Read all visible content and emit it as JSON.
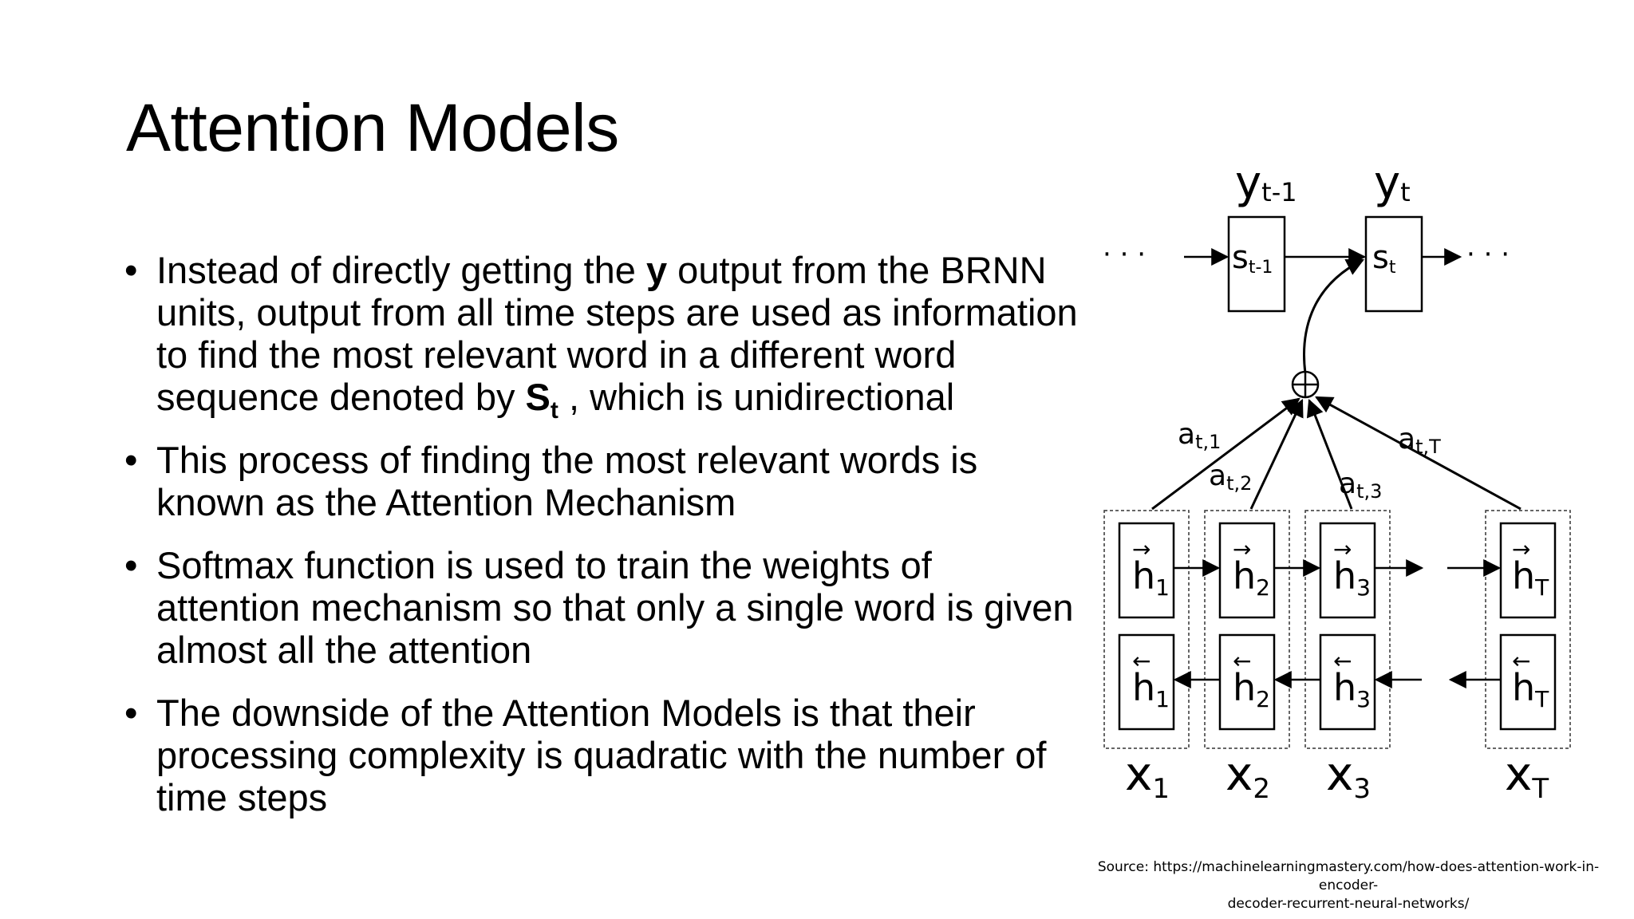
{
  "slide": {
    "title": "Attention Models",
    "bullets": [
      {
        "pre": "Instead of directly getting the ",
        "bold1": "y",
        "mid": " output from the BRNN units, output from all time steps are used as information to find the most relevant word in a different word sequence denoted by ",
        "bold2": "S",
        "bold2_sub": "t",
        "post": " , which is unidirectional"
      },
      {
        "text": "This process of finding the most relevant words is known as the Attention Mechanism"
      },
      {
        "text": "Softmax function is used to train the weights of attention mechanism so that only a single word is given almost all the attention"
      },
      {
        "text": "The downside of the Attention Models is that their processing complexity is quadratic with the number of time steps"
      }
    ],
    "bullet_symbol": "•",
    "source_line1": "Source: https://machinelearningmastery.com/how-does-attention-work-in-encoder-",
    "source_line2": "decoder-recurrent-neural-networks/"
  },
  "diagram": {
    "outputs": [
      {
        "base": "y",
        "sub": "t-1"
      },
      {
        "base": "y",
        "sub": "t"
      }
    ],
    "states": [
      {
        "base": "s",
        "sub": "t-1"
      },
      {
        "base": "s",
        "sub": "t"
      }
    ],
    "ellipsis": "· · ·",
    "sum_symbol": "⊕",
    "weights": [
      {
        "base": "a",
        "sub": "t,1"
      },
      {
        "base": "a",
        "sub": "t,2"
      },
      {
        "base": "a",
        "sub": "t,3"
      },
      {
        "base": "a",
        "sub": "t,T"
      }
    ],
    "hidden_base": "h",
    "hidden_subs": [
      "1",
      "2",
      "3",
      "T"
    ],
    "forward_arrow": "→",
    "backward_arrow": "←",
    "inputs": [
      {
        "base": "x",
        "sub": "1"
      },
      {
        "base": "x",
        "sub": "2"
      },
      {
        "base": "x",
        "sub": "3"
      },
      {
        "base": "x",
        "sub": "T"
      }
    ]
  }
}
